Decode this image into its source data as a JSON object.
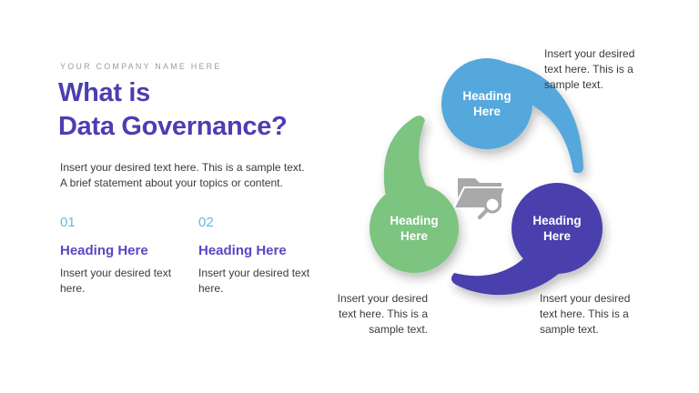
{
  "slide": {
    "company_name": "YOUR COMPANY NAME HERE",
    "title": {
      "line1": "What is",
      "line2": "Data Governance?"
    },
    "intro": {
      "line1": "Insert your desired text here. This is a sample text.",
      "line2": "A brief statement about your topics or content."
    },
    "items": [
      {
        "number": "01",
        "heading": "Heading Here",
        "body": "Insert your desired text here."
      },
      {
        "number": "02",
        "heading": "Heading Here",
        "body": "Insert your desired text here."
      }
    ]
  },
  "diagram": {
    "center_icon": "folder-search-icon",
    "icon_color": "#a9a9a9",
    "icon_bg": "#ffffff",
    "nodes": [
      {
        "position": "top",
        "label": "Heading Here",
        "color": "#55a8dc",
        "caption": "Insert your desired text here. This is a sample text."
      },
      {
        "position": "bottom-left",
        "label": "Heading Here",
        "color": "#7cc480",
        "caption": "Insert your desired text here. This is a sample text."
      },
      {
        "position": "bottom-right",
        "label": "Heading Here",
        "color": "#4a3fad",
        "caption": "Insert your desired text here. This is a sample text."
      }
    ]
  },
  "colors": {
    "background": "#ffffff",
    "title_text": "#4c3eb2",
    "accent_number": "#5fbcdf",
    "item_heading": "#5748c4",
    "body_text": "#3a3a3a",
    "muted_text": "#9c9c9c"
  }
}
